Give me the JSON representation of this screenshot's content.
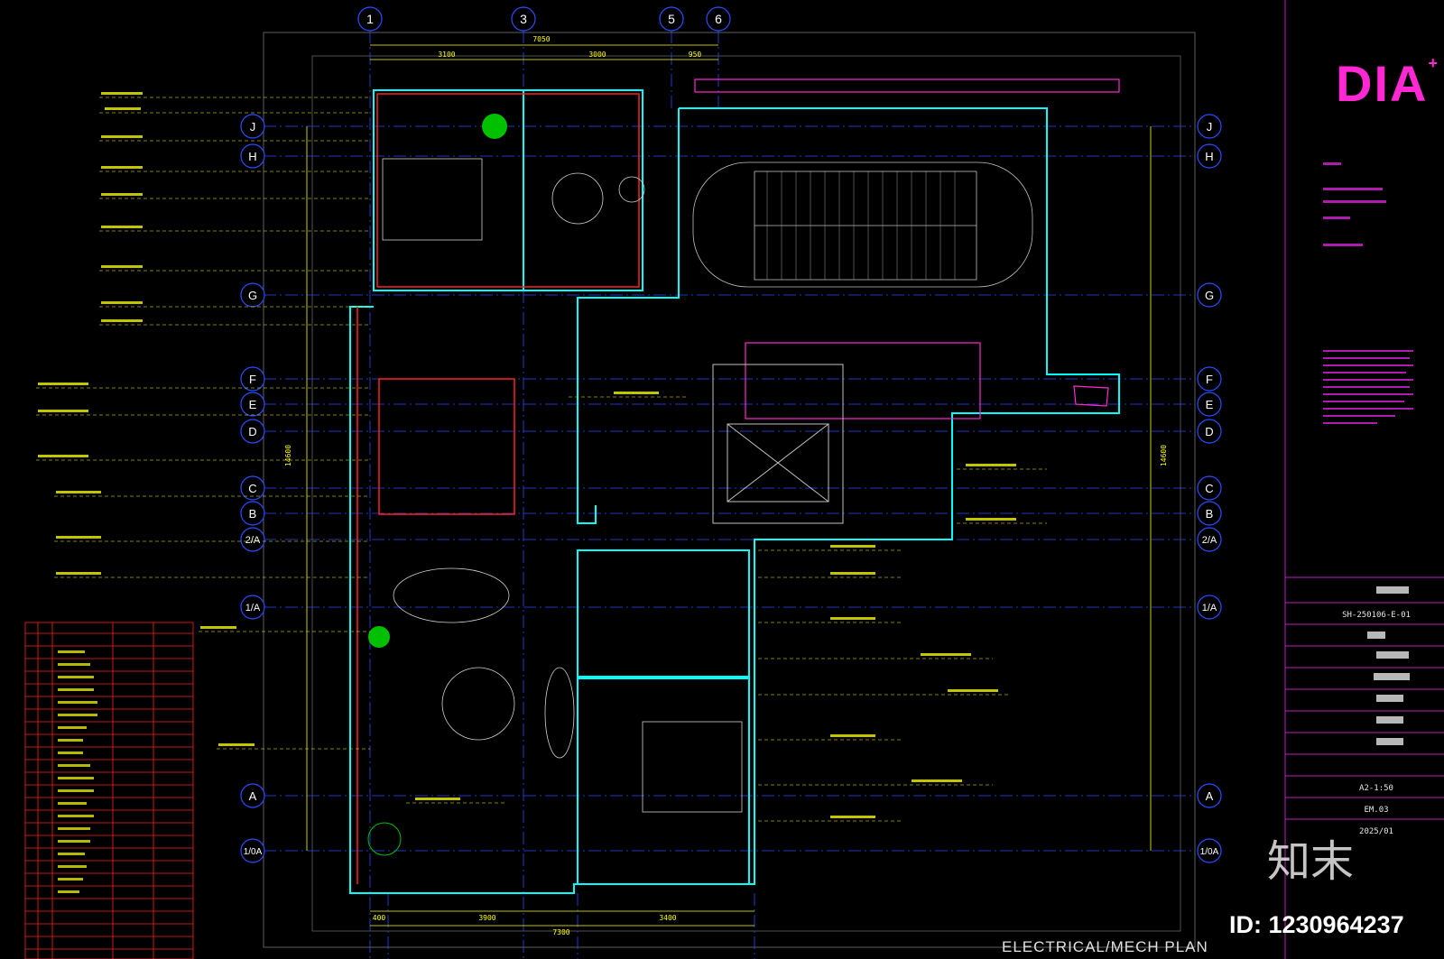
{
  "grid": {
    "columns": [
      "1",
      "3",
      "5",
      "6"
    ],
    "rows": [
      "J",
      "H",
      "G",
      "F",
      "E",
      "D",
      "C",
      "B",
      "2/A",
      "1/A",
      "A",
      "1/0A"
    ]
  },
  "dimensions": {
    "top_total": "7050",
    "top_segments": [
      "3100",
      "3000",
      "950"
    ],
    "bottom_total": "7300",
    "bottom_segments": [
      "400",
      "3900",
      "3400"
    ],
    "left_total": "14600",
    "right_total": "14600"
  },
  "title_block": {
    "logo": "DIA",
    "logo_plus": "+",
    "drawing_number": "SH-250106-E-01",
    "scale": "A2-1:50",
    "sheet": "EM.03",
    "date": "2025/01"
  },
  "drawing_title": "ELECTRICAL/MECH PLAN",
  "watermark": {
    "brand": "知末",
    "id": "ID: 1230964237"
  },
  "colors": {
    "grid": "#2040ff",
    "annotation": "#ffff00",
    "wall": "#00ffff",
    "accent": "#ff28d2",
    "red": "#ff2020",
    "green": "#00c000"
  }
}
